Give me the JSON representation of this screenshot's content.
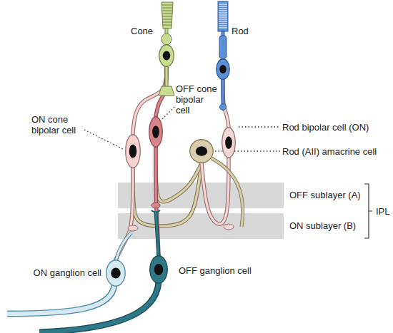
{
  "diagram": {
    "nodes": [
      {
        "text": [
          "Cone"
        ]
      },
      {
        "text": [
          "Rod"
        ]
      },
      {
        "text": [
          "ON cone bipolar cell"
        ]
      },
      {
        "text": [
          "OFF cone bipolar cell"
        ]
      },
      {
        "text": [
          "Rod bipolar cell (ON)"
        ]
      },
      {
        "text": [
          "Rod (AII) amacrine cell"
        ]
      },
      {
        "text": [
          "OFF sublayer (A)"
        ]
      },
      {
        "text": [
          "ON sublayer (B)"
        ]
      },
      {
        "text": [
          "ON ganglion cell"
        ]
      },
      {
        "text": [
          "OFF ganglion cell"
        ]
      }
    ],
    "edges": [
      {
        "from": 0,
        "to": 2,
        "arrow": "none"
      },
      {
        "from": 0,
        "to": 3,
        "arrow": "none"
      },
      {
        "from": 1,
        "to": 4,
        "arrow": "none"
      },
      {
        "from": 4,
        "to": 5,
        "arrow": "none"
      },
      {
        "from": 5,
        "to": 2,
        "arrow": "none"
      },
      {
        "from": 5,
        "to": 3,
        "arrow": "none"
      },
      {
        "from": 2,
        "to": 8,
        "arrow": "none"
      },
      {
        "from": 3,
        "to": 9,
        "arrow": "none"
      }
    ],
    "labels": [
      "IPL"
    ]
  }
}
